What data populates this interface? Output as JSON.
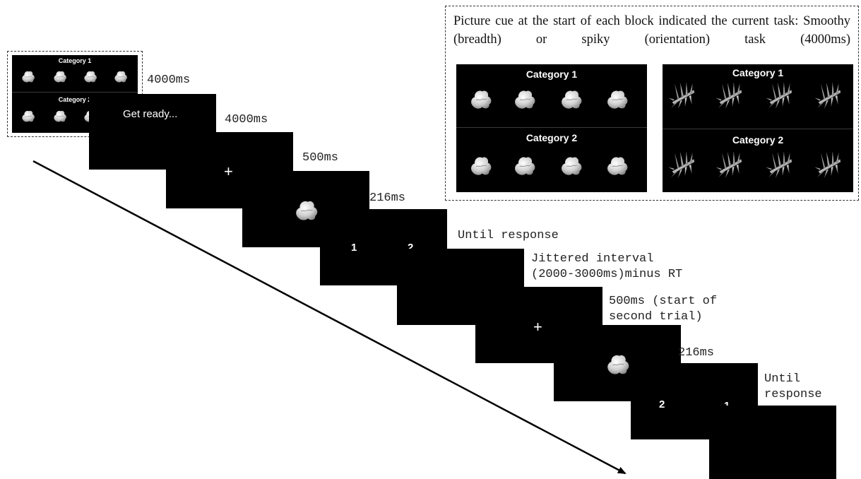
{
  "timings": {
    "cue": "4000ms",
    "get_ready": "4000ms",
    "fixation": "500ms",
    "stimulus": "216ms",
    "response": "Until response",
    "jitter": "Jittered interval\n(2000-3000ms)minus RT",
    "fixation_2": "500ms (start of\nsecond trial)",
    "stimulus_2": "216ms",
    "response_2": "Until\nresponse"
  },
  "screens": {
    "get_ready_text": "Get ready...",
    "fixation_symbol": "+",
    "trial1_left": "1",
    "trial1_right": "2",
    "fixation_symbol_2": "+",
    "trial2_left": "2",
    "trial2_right": "1"
  },
  "small_cue": {
    "category1": "Category 1",
    "category2": "Category 2"
  },
  "cue_panel": {
    "caption": "Picture cue at the start of each block indicated the current task: Smoothy (breadth) or spiky (orientation) task (4000ms)",
    "smoothy_category1": "Category 1",
    "smoothy_category2": "Category 2",
    "spiky_category1": "Category 1",
    "spiky_category2": "Category 2"
  },
  "colors": {
    "screen": "#000000",
    "stimulus": "#d8d8d8",
    "arrow": "#000000"
  }
}
